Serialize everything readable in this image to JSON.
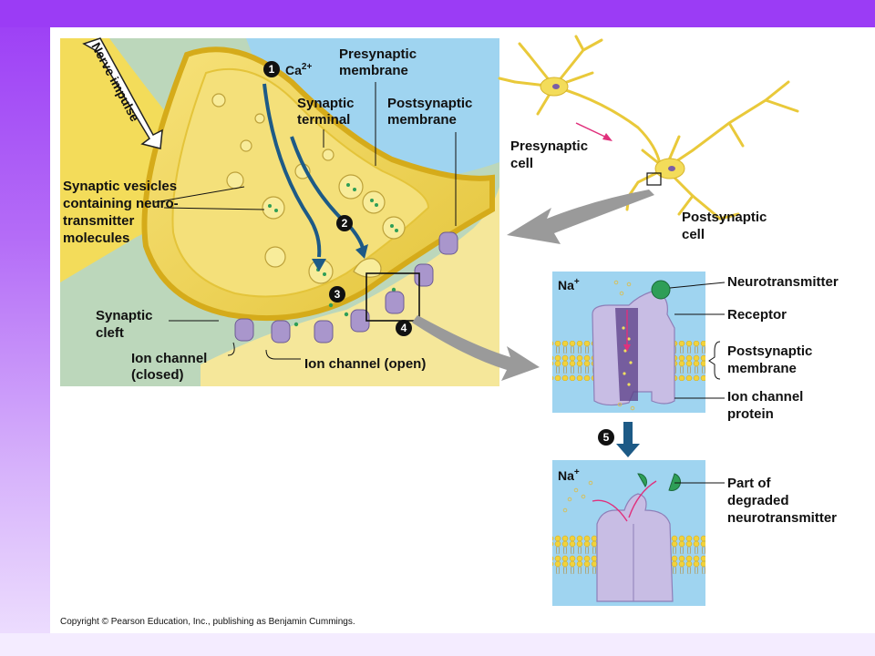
{
  "labels": {
    "nerve_impulse": "Nerve impulse",
    "ca": "Ca",
    "ca_charge": "2+",
    "presynaptic_membrane": [
      "Presynaptic",
      "membrane"
    ],
    "synaptic_terminal": [
      "Synaptic",
      "terminal"
    ],
    "postsynaptic_membrane_top": [
      "Postsynaptic",
      "membrane"
    ],
    "synaptic_vesicles": [
      "Synaptic vesicles",
      "containing neuro-",
      "transmitter",
      "molecules"
    ],
    "synaptic_cleft": [
      "Synaptic",
      "cleft"
    ],
    "ion_channel_closed": [
      "Ion channel",
      "(closed)"
    ],
    "ion_channel_open": "Ion channel (open)",
    "presynaptic_cell": [
      "Presynaptic",
      "cell"
    ],
    "postsynaptic_cell": [
      "Postsynaptic",
      "cell"
    ],
    "na": "Na",
    "na_charge": "+",
    "neurotransmitter": "Neurotransmitter",
    "receptor": "Receptor",
    "postsynaptic_membrane_inset": [
      "Postsynaptic",
      "membrane"
    ],
    "ion_channel_protein": [
      "Ion channel",
      "protein"
    ],
    "degraded": [
      "Part of",
      "degraded",
      "neurotransmitter"
    ]
  },
  "steps": [
    "1",
    "2",
    "3",
    "4",
    "5"
  ],
  "copyright": "Copyright © Pearson Education, Inc., publishing as Benjamin Cummings.",
  "colors": {
    "fluid": "#9fd4f0",
    "cell_yellow": "#f3dc5a",
    "membrane_gold": "#e0b81c",
    "channel": "#a996cc",
    "arrow_blue": "#1d5a86",
    "neurotransmitter": "#2e9e57"
  }
}
